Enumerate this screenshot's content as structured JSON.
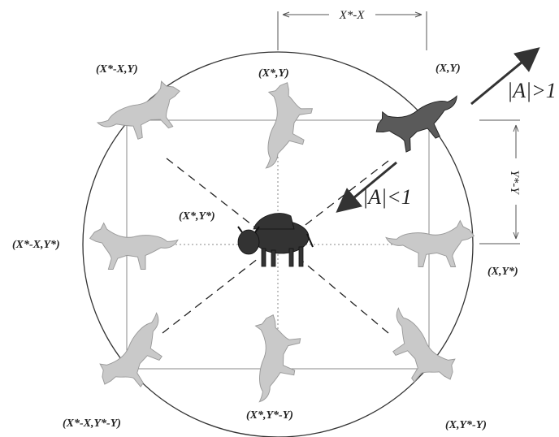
{
  "colors": {
    "wolf_gray": "#c9c9c9",
    "wolf_gray_outline": "#9a9a9a",
    "wolf_dark": "#5a5a5a",
    "bison": "#333333",
    "line": "#444444",
    "dash": "#222222",
    "grid": "#888888",
    "arrow": "#333333"
  },
  "labels": {
    "top_left": "(X*-X,Y)",
    "top_center": "(X*,Y)",
    "top_right": "(X,Y)",
    "mid_left": "(X*-X,Y*)",
    "center": "(X*,Y*)",
    "mid_right": "(X,Y*)",
    "bottom_left": "(X*-X,Y*-Y)",
    "bottom_center": "(X*,Y*-Y)",
    "bottom_right": "(X,Y*-Y)"
  },
  "annotations": {
    "horizontal_distance": "X*-X",
    "vertical_distance": "Y*-Y",
    "exploit_condition": "|A|<1",
    "explore_condition": "|A|>1"
  },
  "icons": {
    "prey": "bison-icon",
    "agent": "wolf-icon"
  }
}
